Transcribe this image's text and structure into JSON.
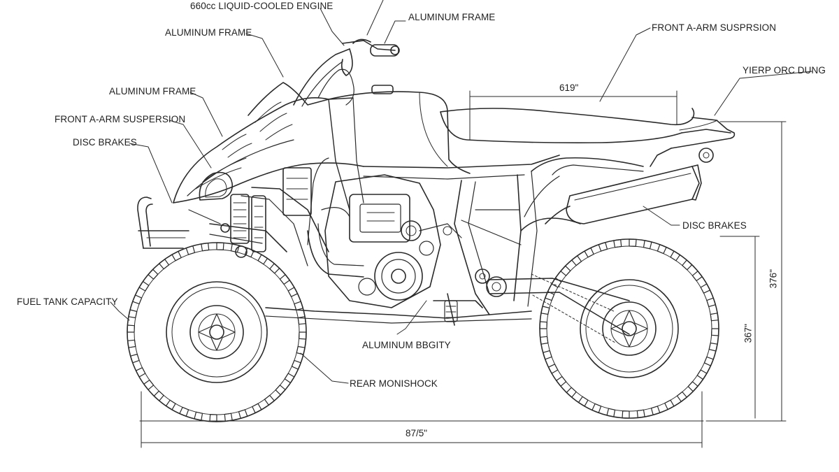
{
  "callouts": {
    "engine": "660cc LIQUID-COOLED ENGINE",
    "frame_top": "ALUMINUM FRAME",
    "frame_left_1": "ALUMINUM FRAME",
    "frame_left_2": "ALUMINUM FRAME",
    "front_suspension_left": "FRONT A-ARM SUSPERSION",
    "front_suspension_right": "FRONT A-ARM SUSPRSION",
    "disc_brakes_left": "DISC BRAKES",
    "disc_brakes_right": "DISC BRAKES",
    "fuel_tank": "FUEL TANK CAPACITY",
    "rear_right": "YIERP ORC DUNG",
    "aluminum_bottom": "ALUMINUM BBGITY",
    "rear_monoshock": "REAR MONISHOCK"
  },
  "dimensions": {
    "seat_length": "619\"",
    "overall_length": "87/5\"",
    "overall_height": "376\"",
    "wheel_height": "367\""
  },
  "colors": {
    "line": "#2a2a2a",
    "background": "#ffffff"
  }
}
